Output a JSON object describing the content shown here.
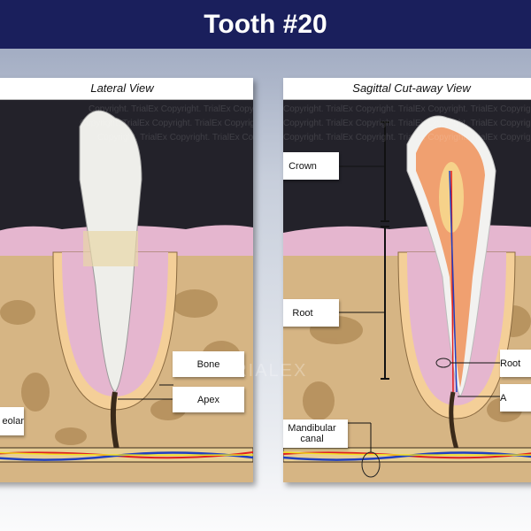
{
  "header": {
    "title": "Tooth #20"
  },
  "left_panel": {
    "title": "Lateral View",
    "labels": {
      "bone": "Bone",
      "apex": "Apex",
      "alveolar": "eolar"
    }
  },
  "right_panel": {
    "title": "Sagittal Cut-away View",
    "labels": {
      "crown": "Crown",
      "root": "Root",
      "mandibular_canal": "Mandibular canal",
      "root_canal": "Root",
      "apex": "A"
    }
  },
  "watermark": {
    "text": "Copyright. TrialEx Copyright. TrialEx Copyright. TrialEx Copyright. TrialEx",
    "logo": "TRIALEX"
  },
  "colors": {
    "header": "#1a1f5c",
    "gum": "#e9b8d6",
    "bone": "#d9b98a",
    "enamel": "#f2f2f0",
    "pulp": "#f0a070",
    "artery": "#e02020",
    "vein": "#2040c0",
    "nerve": "#f0e020"
  }
}
